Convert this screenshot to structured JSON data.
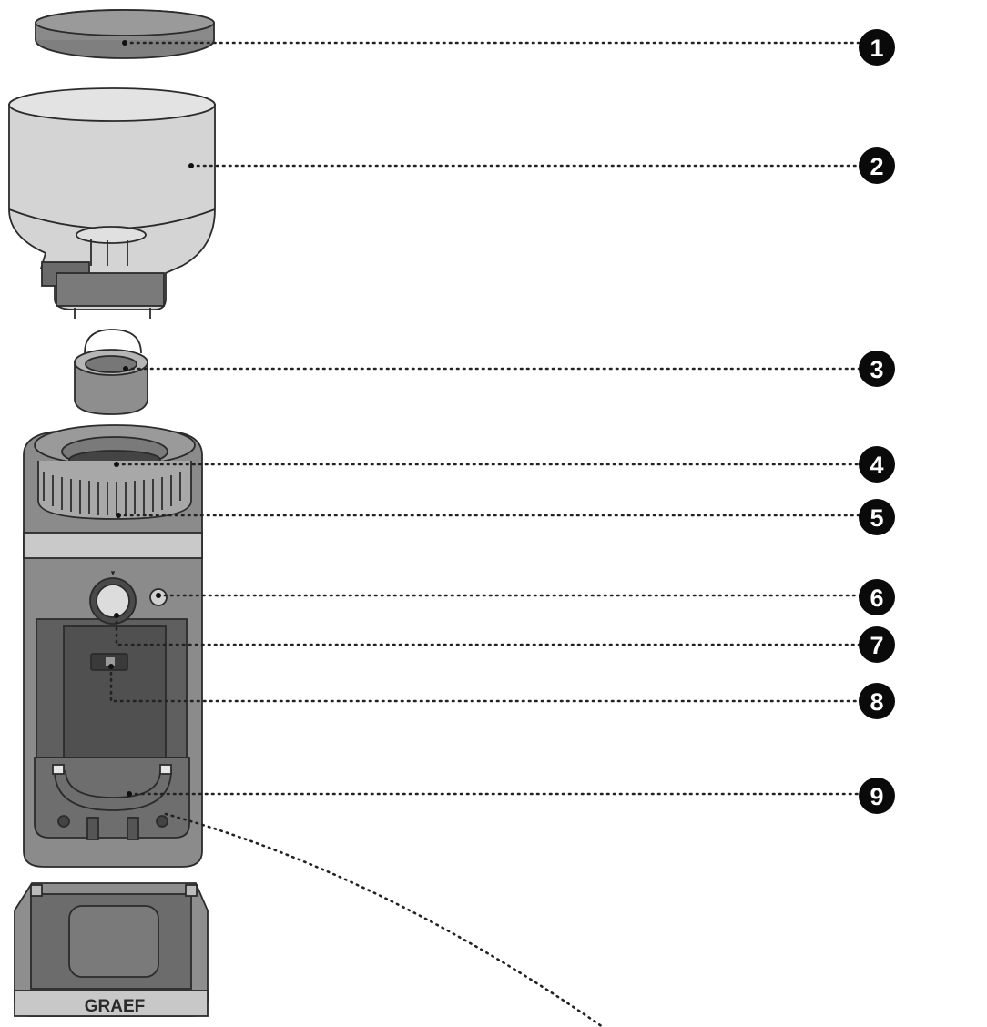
{
  "brand": "GRAEF",
  "callouts": [
    {
      "number": "1",
      "part": "lid"
    },
    {
      "number": "2",
      "part": "bean-hopper"
    },
    {
      "number": "3",
      "part": "upper-burr-insert"
    },
    {
      "number": "4",
      "part": "burr-holder"
    },
    {
      "number": "5",
      "part": "grind-adjustment-ring"
    },
    {
      "number": "6",
      "part": "button"
    },
    {
      "number": "7",
      "part": "rotary-knob"
    },
    {
      "number": "8",
      "part": "switch"
    },
    {
      "number": "9",
      "part": "portafilter-holder"
    }
  ],
  "colors": {
    "body": "#8b8b8b",
    "body_dark": "#6f6f6f",
    "body_light": "#c9c9c9",
    "hopper": "#cfcfcf",
    "badge": "#0a0a0a",
    "leader": "#222222"
  }
}
